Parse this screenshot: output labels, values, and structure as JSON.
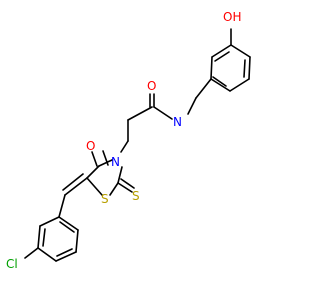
{
  "colors": {
    "bond": "#000000",
    "O": "#ff0000",
    "N": "#0000ff",
    "S": "#b8a000",
    "Cl": "#00a000",
    "background": "#ffffff"
  },
  "atoms": [
    {
      "id": "oh",
      "element": "O",
      "text": "OH"
    },
    {
      "id": "o_amide",
      "element": "O",
      "text": "O"
    },
    {
      "id": "nh",
      "element": "N",
      "text": "N"
    },
    {
      "id": "h_amide",
      "element": "N",
      "text": "H"
    },
    {
      "id": "o_ring",
      "element": "O",
      "text": "O"
    },
    {
      "id": "n_ring",
      "element": "N",
      "text": "N"
    },
    {
      "id": "s_ring",
      "element": "S",
      "text": "S"
    },
    {
      "id": "s_thione",
      "element": "S",
      "text": "S"
    },
    {
      "id": "cl",
      "element": "Cl",
      "text": "Cl"
    }
  ]
}
